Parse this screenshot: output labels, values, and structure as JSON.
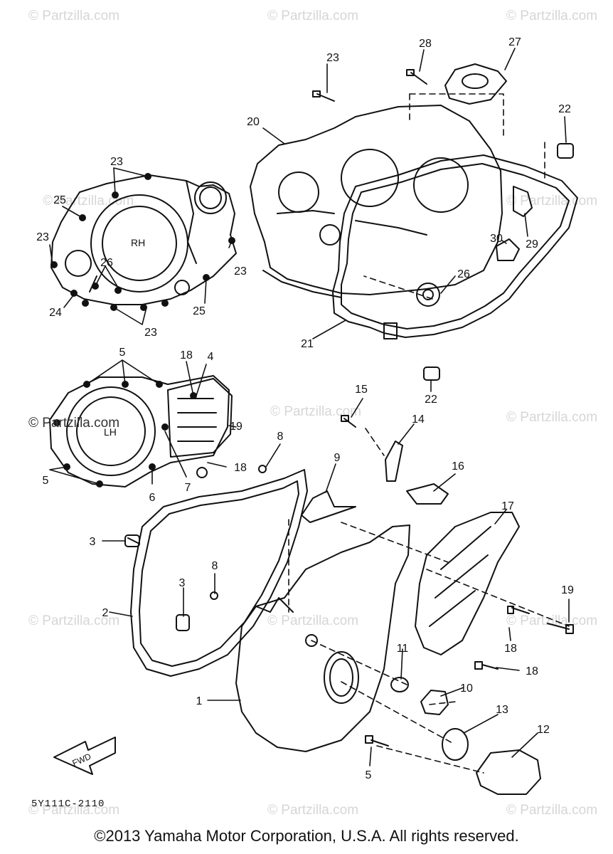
{
  "watermark": "© Partzilla.com",
  "side_watermark": "© Partzilla.com",
  "diagram_code": "5Y111C-2110",
  "copyright": "©2013 Yamaha Motor Corporation, U.S.A. All rights reserved.",
  "cover_labels": {
    "right": "RH",
    "left": "LH"
  },
  "fwd_label": "FWD",
  "callouts": [
    {
      "n": "1"
    },
    {
      "n": "2"
    },
    {
      "n": "3"
    },
    {
      "n": "3"
    },
    {
      "n": "4"
    },
    {
      "n": "5"
    },
    {
      "n": "5"
    },
    {
      "n": "5"
    },
    {
      "n": "6"
    },
    {
      "n": "7"
    },
    {
      "n": "8"
    },
    {
      "n": "8"
    },
    {
      "n": "9"
    },
    {
      "n": "10"
    },
    {
      "n": "11"
    },
    {
      "n": "12"
    },
    {
      "n": "13"
    },
    {
      "n": "14"
    },
    {
      "n": "15"
    },
    {
      "n": "16"
    },
    {
      "n": "17"
    },
    {
      "n": "18"
    },
    {
      "n": "18"
    },
    {
      "n": "18"
    },
    {
      "n": "18"
    },
    {
      "n": "19"
    },
    {
      "n": "19"
    },
    {
      "n": "20"
    },
    {
      "n": "21"
    },
    {
      "n": "22"
    },
    {
      "n": "22"
    },
    {
      "n": "23"
    },
    {
      "n": "23"
    },
    {
      "n": "23"
    },
    {
      "n": "23"
    },
    {
      "n": "23"
    },
    {
      "n": "24"
    },
    {
      "n": "25"
    },
    {
      "n": "25"
    },
    {
      "n": "26"
    },
    {
      "n": "26"
    },
    {
      "n": "27"
    },
    {
      "n": "28"
    },
    {
      "n": "29"
    },
    {
      "n": "30"
    }
  ]
}
